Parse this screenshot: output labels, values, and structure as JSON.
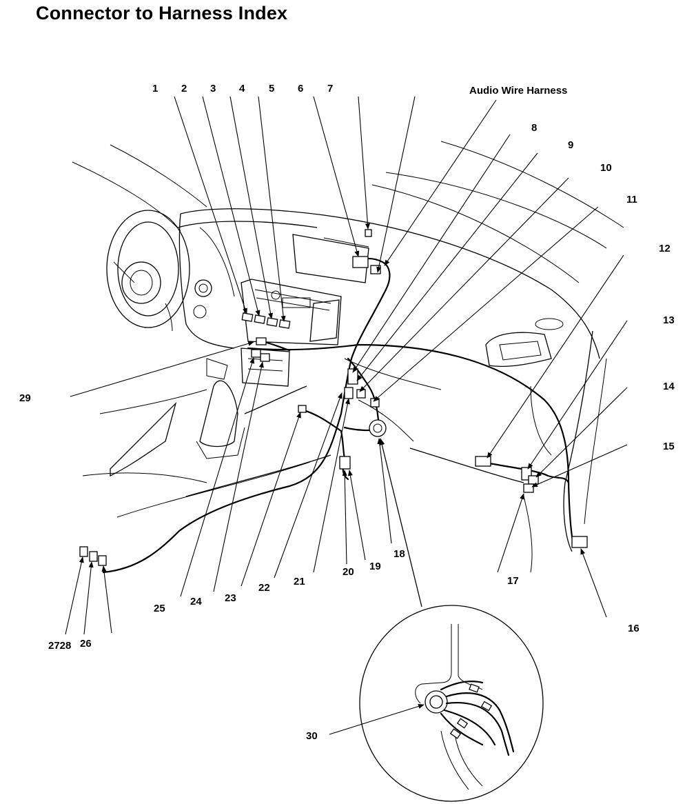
{
  "title": "Connector to Harness Index",
  "harness_label": "Audio Wire Harness",
  "callouts": {
    "c1": "1",
    "c2": "2",
    "c3": "3",
    "c4": "4",
    "c5": "5",
    "c6": "6",
    "c7": "7",
    "c8": "8",
    "c9": "9",
    "c10": "10",
    "c11": "11",
    "c12": "12",
    "c13": "13",
    "c14": "14",
    "c15": "15",
    "c16": "16",
    "c17": "17",
    "c18": "18",
    "c19": "19",
    "c20": "20",
    "c21": "21",
    "c22": "22",
    "c23": "23",
    "c24": "24",
    "c25": "25",
    "c26": "26",
    "c2728": "2728",
    "c29": "29",
    "c30": "30"
  }
}
